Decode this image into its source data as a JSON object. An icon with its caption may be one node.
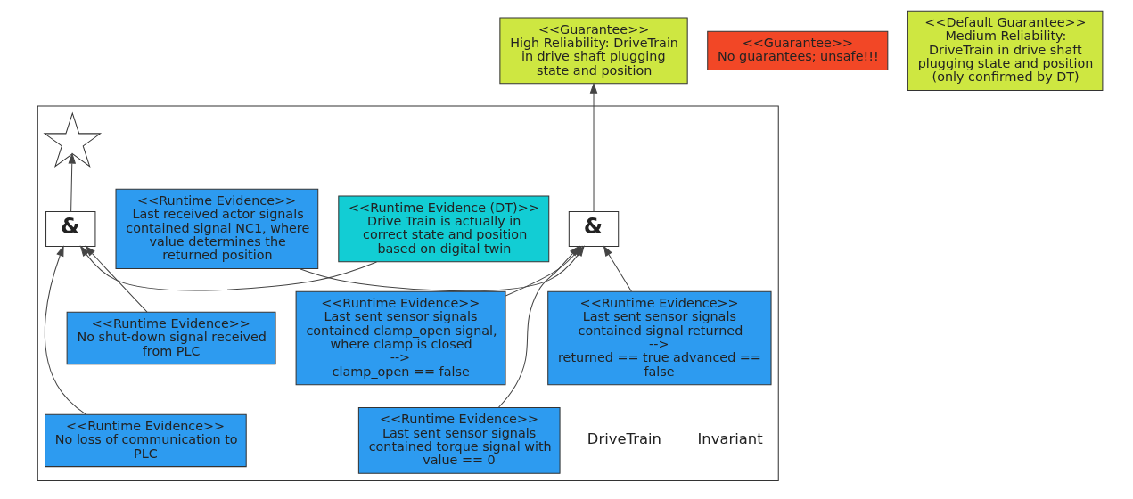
{
  "diagram": {
    "nodes": [
      {
        "text": [],
        "shape": "box"
      },
      {
        "text": [
          "<<Guarantee>>",
          "No guarantees; unsafe!!!"
        ]
      },
      {
        "text": [
          "<<Guarantee>>",
          "High Reliability: DriveTrain in drive shaft plugging state and position"
        ]
      },
      {
        "text": [
          "<<Default Guarantee>>",
          "Medium Reliability: DriveTrain in drive shaft plugging state and position (only confirmed by DT)"
        ]
      },
      {
        "text": [],
        "shape": "star",
        "in": 0
      },
      {
        "text": [
          "&"
        ],
        "in": 0
      },
      {
        "text": [
          "<<Runtime Evidence (DT)>>",
          "Drive Train is actually in correct state and position based on digital twin"
        ],
        "in": 0
      },
      {
        "text": [
          "<<Runtime Evidence>>",
          "No shut-down signal received from PLC"
        ],
        "in": 0
      },
      {
        "text": [
          "<<Runtime Evidence>>",
          "No loss of communication to PLC"
        ],
        "in": 0
      },
      {
        "text": [
          "&"
        ],
        "in": 0
      },
      {
        "text": [
          "<<Runtime Evidence>>",
          "Last received actor signals contained signal NC1, where value determines the returned position"
        ],
        "in": 0
      },
      {
        "text": [
          "<<Runtime Evidence>>",
          "Last sent sensor signals contained clamp_open signal, where clamp is closed",
          "-->",
          "clamp_open == false"
        ],
        "in": 0
      },
      {
        "text": [
          "<<Runtime Evidence>>",
          "Last sent sensor signals contained signal returned",
          "-->",
          "returned == true advanced == false"
        ],
        "in": 0
      },
      {
        "text": [
          "<<Runtime Evidence>>",
          "Last sent sensor signals contained torque signal with value == 0"
        ],
        "in": 0
      }
    ],
    "edges": [
      {
        "from": 5,
        "to": 4,
        "arrow": "to"
      },
      {
        "from": 6,
        "to": 5,
        "arrow": "to"
      },
      {
        "from": 7,
        "to": 5,
        "arrow": "to"
      },
      {
        "from": 8,
        "to": 5,
        "arrow": "to"
      },
      {
        "from": 9,
        "to": 2,
        "arrow": "to"
      },
      {
        "from": 11,
        "to": 9,
        "arrow": "to"
      },
      {
        "from": 12,
        "to": 9,
        "arrow": "to"
      },
      {
        "from": 13,
        "to": 9,
        "arrow": "to"
      },
      {
        "from": 10,
        "to": 9,
        "arrow": "to"
      }
    ],
    "labels": [
      "Invariant",
      "DriveTrain"
    ]
  }
}
